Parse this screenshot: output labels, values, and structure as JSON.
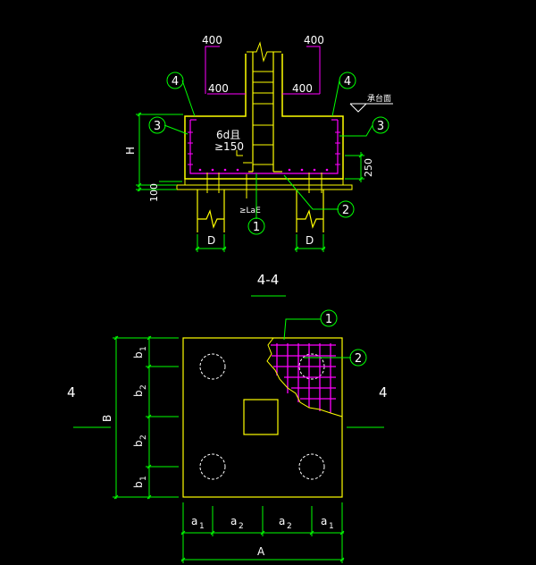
{
  "section": {
    "title": "4-4",
    "dims": {
      "top_left_400": "400",
      "top_right_400": "400",
      "inner_left_400": "400",
      "inner_right_400": "400",
      "h": "H",
      "cover_100": "100",
      "bottom_250": "250",
      "pile_d_left": "D",
      "pile_d_right": "D"
    },
    "notes": {
      "spacing_top": "6d且",
      "spacing_bottom": "≥150",
      "cap_surface": "承台面",
      "anchor": "≥LaE"
    },
    "callouts": {
      "c4_left": "4",
      "c4_right": "4",
      "c3_left": "3",
      "c3_right": "3",
      "c1": "1",
      "c2": "2"
    }
  },
  "plan": {
    "cut_mark_left": "4",
    "cut_mark_right": "4",
    "dims": {
      "b_total": "B",
      "b1_top": "b",
      "b1_top_sub": "1",
      "b2_top": "b",
      "b2_top_sub": "2",
      "b2_bot": "b",
      "b2_bot_sub": "2",
      "b1_bot": "b",
      "b1_bot_sub": "1",
      "a1_left": "a",
      "a1_left_sub": "1",
      "a2_left": "a",
      "a2_left_sub": "2",
      "a2_right": "a",
      "a2_right_sub": "2",
      "a1_right": "a",
      "a1_right_sub": "1",
      "a_total": "A"
    },
    "callouts": {
      "c1": "1",
      "c2": "2"
    }
  },
  "colors": {
    "background": "#000000",
    "outline": "#ffff00",
    "rebar": "#ff00ff",
    "dimension": "#00ff00",
    "text": "#ffffff",
    "hidden_circle": "#ffffff"
  }
}
